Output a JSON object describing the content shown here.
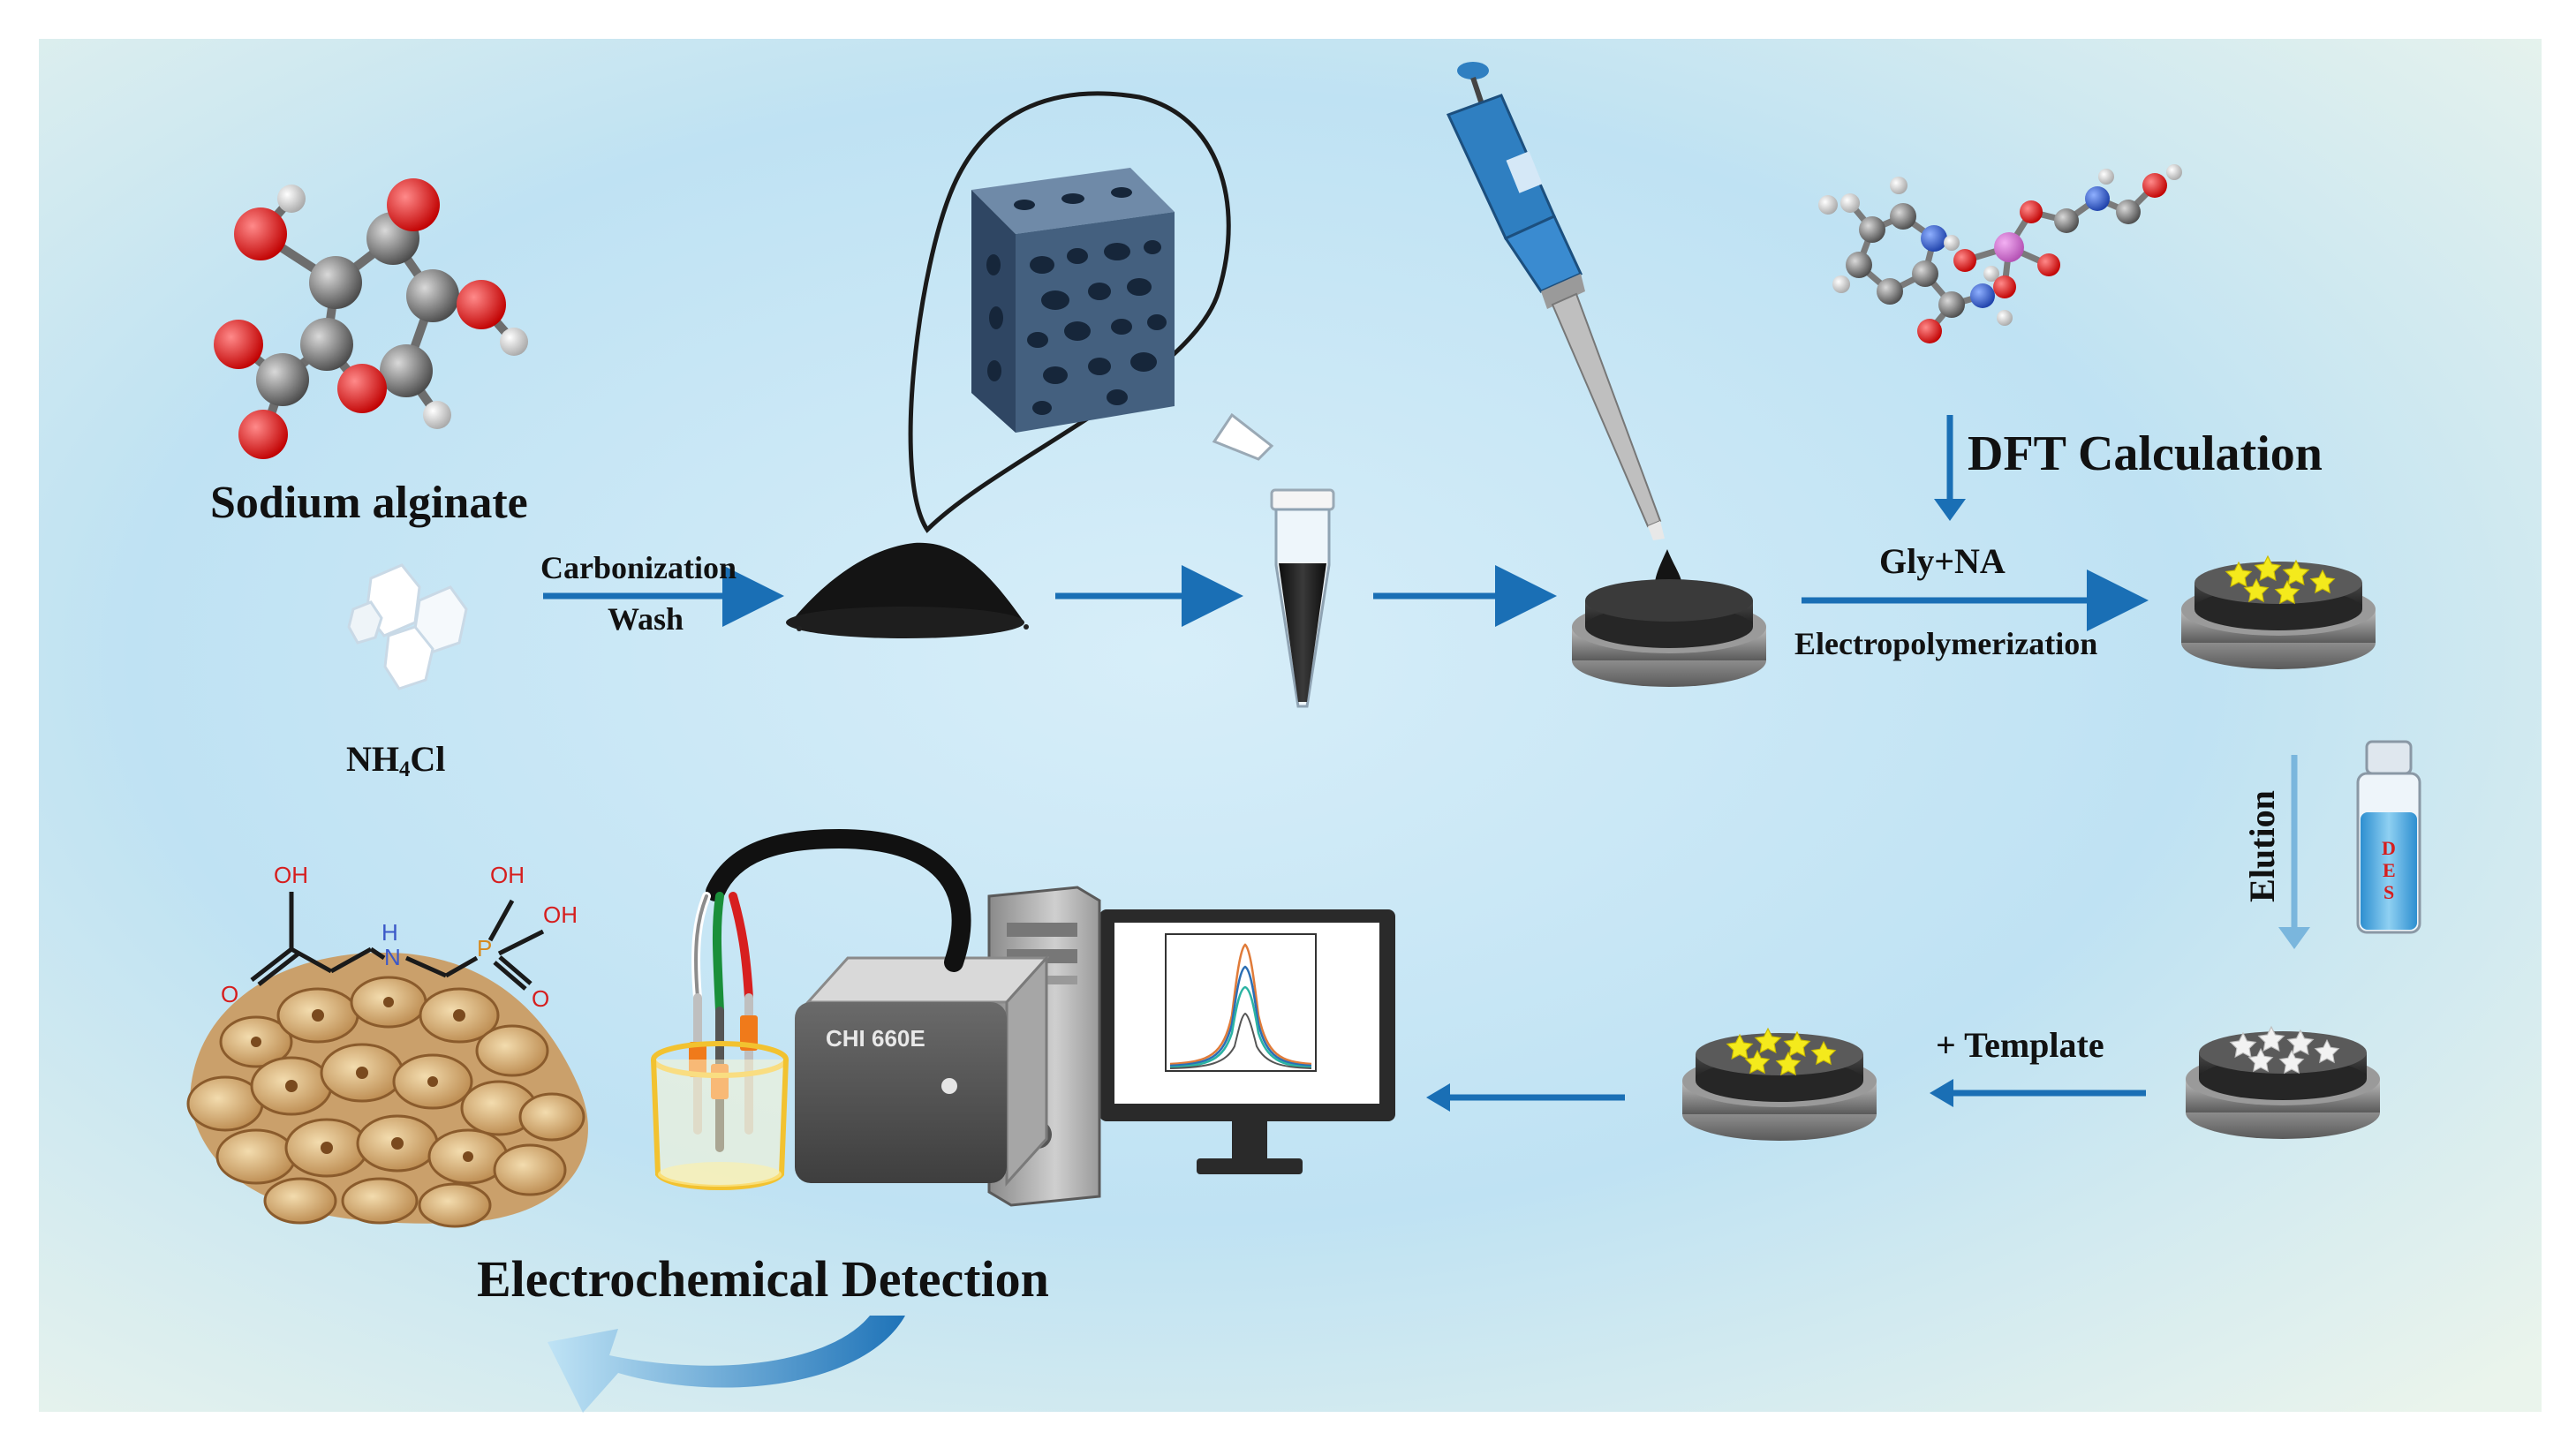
{
  "labels": {
    "sodium_alginate": "Sodium alginate",
    "nh4cl_main": "NH",
    "nh4cl_sub": "4",
    "nh4cl_tail": "Cl",
    "carbonization": "Carbonization",
    "wash": "Wash",
    "dft": "DFT Calculation",
    "gly_na": "Gly+NA",
    "electropolymerization": "Electropolymerization",
    "elution": "Elution",
    "template": "+ Template",
    "detection": "Electrochemical Detection",
    "instrument": "CHI 660E",
    "vial_text": [
      "D",
      "E",
      "S"
    ]
  },
  "molecule_labels": {
    "oh_top": "OH",
    "oh_right": "OH",
    "o_left": "O",
    "o_right": "O",
    "n": "N",
    "h": "H",
    "p": "P"
  },
  "colors": {
    "arrow": "#1a6fb5",
    "background_center": "#cfe9f7",
    "background_edge": "#eef7ee",
    "electrode_body": "#2b2b2b",
    "electrode_base": "#7b7b7b",
    "star_yellow": "#f4ea1c",
    "star_white": "#f2f2f2",
    "pipette_blue": "#2f7fc1",
    "powder": "#1a1a1a",
    "carbon_foam": "#3e5a7a"
  }
}
